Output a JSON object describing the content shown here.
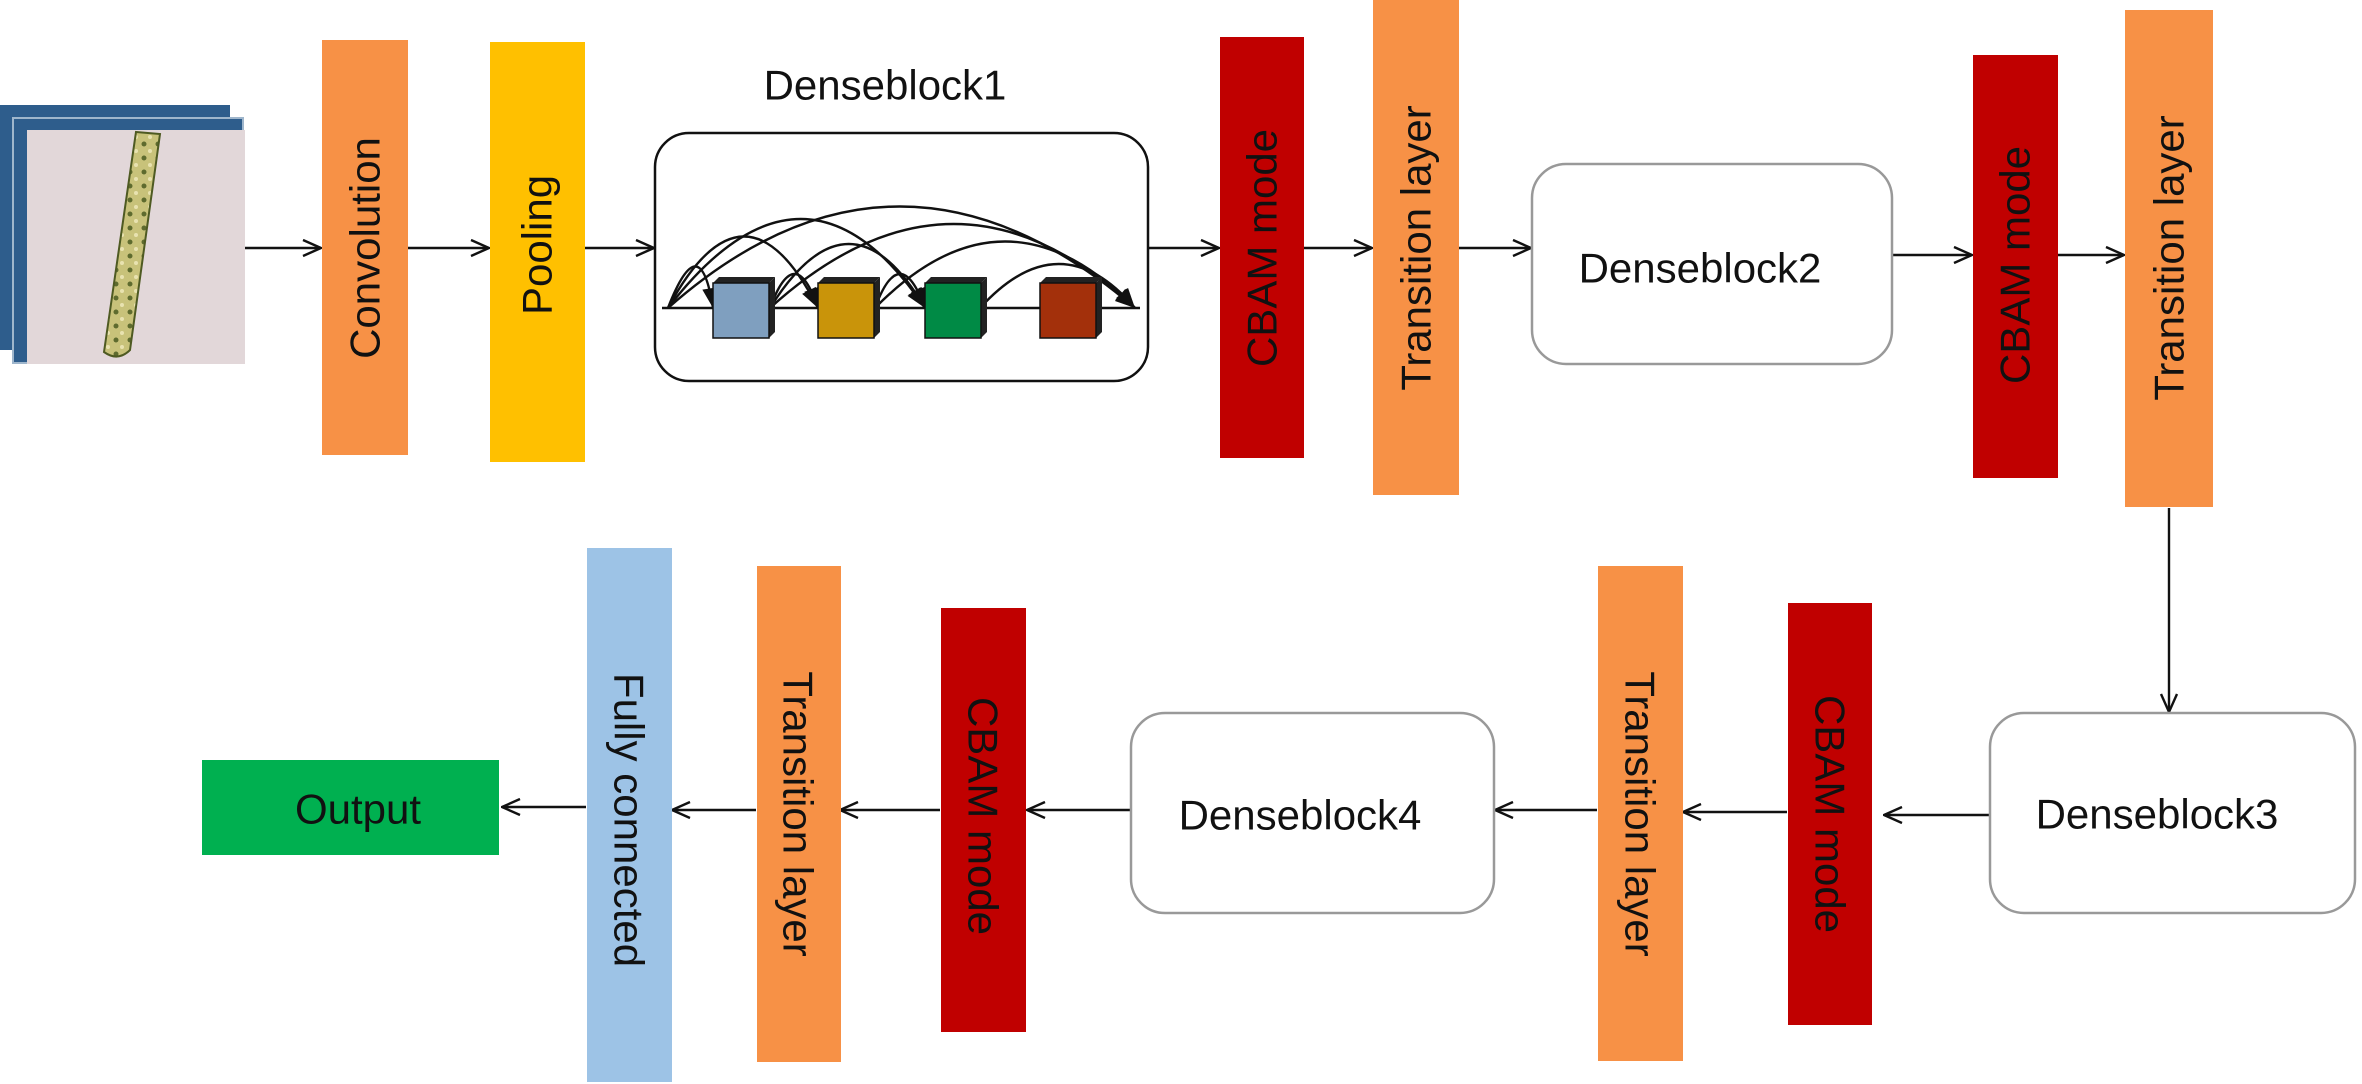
{
  "colors": {
    "convolution": "#F79146",
    "pooling": "#FFC000",
    "cbam": "#C00000",
    "transition": "#F79146",
    "fully_connected": "#9DC3E6",
    "output": "#00B050",
    "dense_cube_1": "#7F9FBF",
    "dense_cube_2": "#C9940A",
    "dense_cube_3": "#008A45",
    "dense_cube_4": "#A3300B",
    "arrow": "#111111"
  },
  "input": {
    "icon": "leaf-image-stack-icon"
  },
  "row1": {
    "convolution": "Convolution",
    "pooling": "Pooling",
    "denseblock1": "Denseblock1",
    "cbam": "CBAM mode",
    "transition": "Transition layer",
    "denseblock2": "Denseblock2",
    "cbam2": "CBAM mode",
    "transition2": "Transition layer"
  },
  "row2": {
    "denseblock3": "Denseblock3",
    "cbam3": "CBAM mode",
    "transition3": "Transition layer",
    "denseblock4": "Denseblock4",
    "cbam4": "CBAM mode",
    "transition4": "Transition layer",
    "fully_connected": "Fully connected",
    "output": "Output"
  }
}
